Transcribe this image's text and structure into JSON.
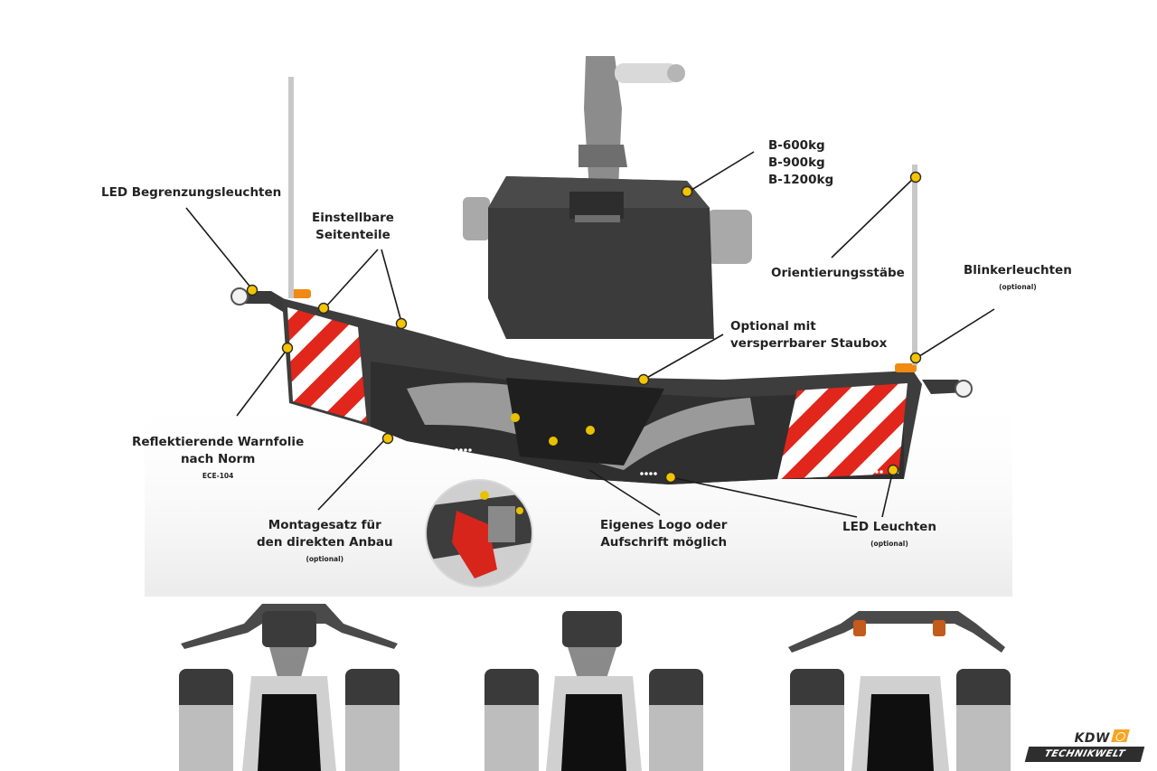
{
  "labels": {
    "led_begrenzung": "LED Begrenzungsleuchten",
    "seitenteile_1": "Einstellbare",
    "seitenteile_2": "Seitenteile",
    "weights": [
      "B-600kg",
      "B-900kg",
      "B-1200kg"
    ],
    "orientierung": "Orientierungsstäbe",
    "blinker": "Blinkerleuchten",
    "blinker_note": "(optional)",
    "staubox_1": "Optional mit",
    "staubox_2": "versperrbarer Staubox",
    "warnfolie_1": "Reflektierende Warnfolie",
    "warnfolie_2": "nach Norm",
    "warnfolie_note": "ECE-104",
    "montage_1": "Montagesatz für",
    "montage_2": "den direkten Anbau",
    "montage_note": "(optional)",
    "logo_1": "Eigenes Logo oder",
    "logo_2": "Aufschrift möglich",
    "led_leuchten": "LED Leuchten",
    "led_leuchten_note": "(optional)"
  },
  "brand": {
    "top": "KDW",
    "bottom": "TECHNIKWELT"
  },
  "colors": {
    "accent": "#f5c400",
    "body": "#3d3d3d",
    "body_dark": "#2b2b2b",
    "grey": "#9a9a9a",
    "warn_red": "#e1261c",
    "brand_orange": "#f5a623"
  }
}
